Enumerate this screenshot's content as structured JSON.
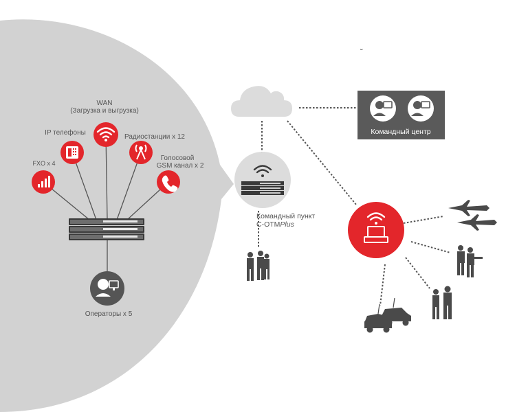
{
  "colors": {
    "accent_red": "#e3262b",
    "bubble_gray": "#d2d2d2",
    "dark_gray": "#555555",
    "panel_gray": "#5a5a5a",
    "cloud_gray": "#dcdcdc",
    "line_gray": "#666666",
    "text_gray": "#555555"
  },
  "left_panel": {
    "wan_title": "WAN",
    "wan_subtitle": "(Загрузка и выгрузка)",
    "ip_phones": "IP телефоны",
    "radios": "Радиостанции x 12",
    "gsm_line1": "Голосовой",
    "gsm_line2": "GSM канал x 2",
    "fxo": "FXO x 4",
    "operators": "Операторы x 5",
    "icons": [
      "signal-bars-icon",
      "desk-phone-icon",
      "wifi-icon",
      "radio-tower-icon",
      "phone-handset-icon",
      "operator-headset-icon"
    ]
  },
  "command_center": {
    "label": "Командный центр",
    "icons": [
      "operator-headset-icon",
      "operator-headset-icon"
    ]
  },
  "command_post": {
    "label_line1": "Командный пункт",
    "label_line2_prefix": "C-OTM",
    "label_line2_suffix": "Plus"
  },
  "stray_mark": "˘",
  "units": [
    "soldiers-group",
    "aircraft",
    "soldiers-group",
    "soldiers-group",
    "military-vehicles"
  ]
}
